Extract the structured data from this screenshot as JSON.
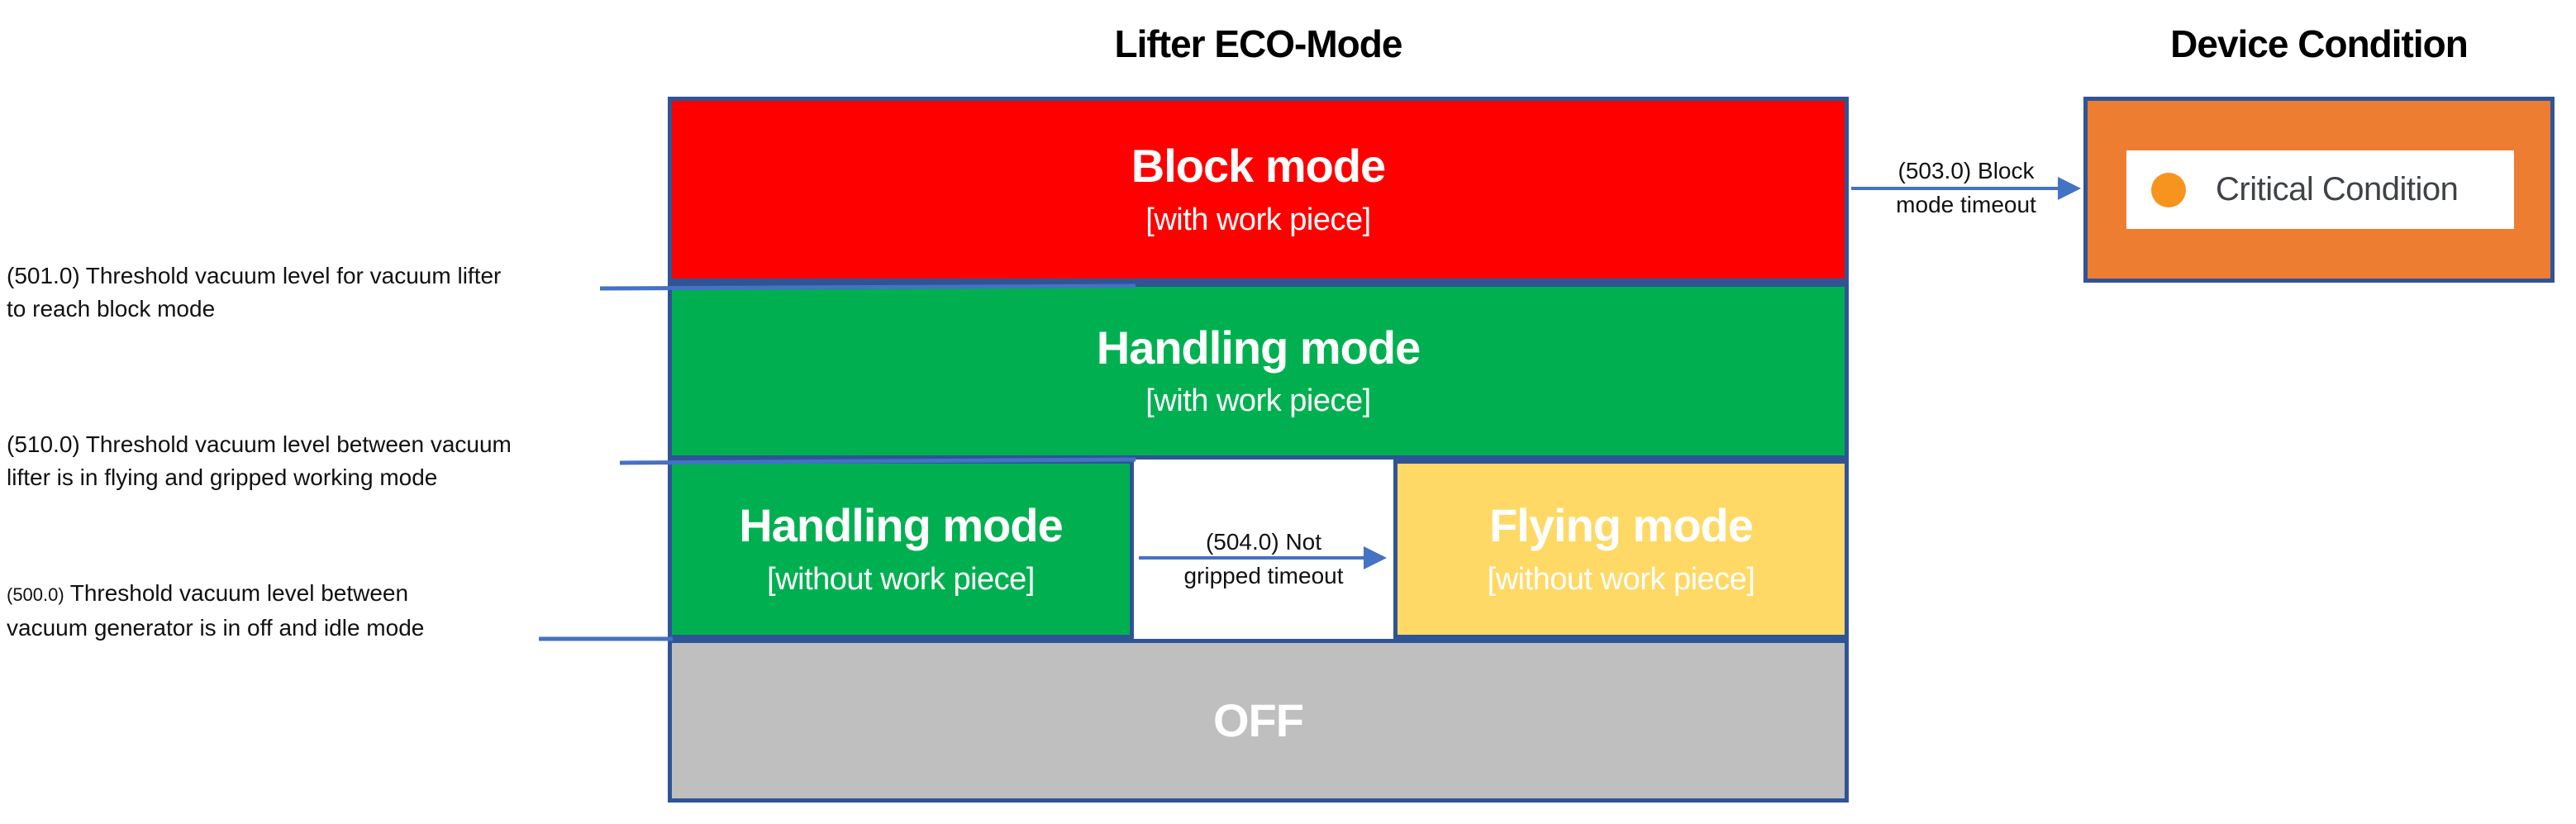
{
  "header": {
    "diagram_title": "Lifter ECO-Mode",
    "device_title": "Device Condition"
  },
  "modes": [
    {
      "id": "block-mode",
      "label": "Block mode",
      "sublabel": "[with work piece]",
      "color": "#FF0000",
      "text_color": "#FFFFFF"
    },
    {
      "id": "handling-mode-with",
      "label": "Handling mode",
      "sublabel": "[with work piece]",
      "color": "#00B050",
      "text_color": "#FFFFFF"
    },
    {
      "id": "handling-mode-without",
      "label": "Handling mode",
      "sublabel": "[without work piece]",
      "color": "#00B050",
      "text_color": "#FFFFFF"
    },
    {
      "id": "flying-mode",
      "label": "Flying mode",
      "sublabel": "[without work piece]",
      "color": "#FFD966",
      "text_color": "#FFFFFF"
    },
    {
      "id": "off",
      "label": "OFF",
      "sublabel": "",
      "color": "#BFBFBF",
      "text_color": "#FFFFFF"
    }
  ],
  "thresholds": [
    {
      "code": "(501.0)",
      "rest": "Threshold vacuum level for vacuum lifter",
      "line2": "to reach block mode"
    },
    {
      "code": "(510.0)",
      "rest": "Threshold vacuum level between  vacuum",
      "line2": "lifter is in flying and gripped working mode"
    },
    {
      "code": "(500.0)",
      "rest": "Threshold vacuum level between",
      "line2": "vacuum generator is in off and idle mode"
    }
  ],
  "transitions": [
    {
      "id": "not-gripped-timeout",
      "line1": "(504.0) Not",
      "line2": "gripped timeout"
    },
    {
      "id": "block-mode-timeout",
      "line1": "(503.0) Block",
      "line2": "mode timeout"
    }
  ],
  "device_condition": {
    "status_label": "Critical Condition",
    "dot_color": "#F7941D",
    "box_color": "#ED7D31"
  },
  "colors": {
    "block_mode_red": "#FF0000",
    "handling_green": "#00B050",
    "flying_yellow": "#FFD966",
    "off_gray": "#BFBFBF",
    "device_orange": "#ED7D31",
    "status_dot_orange": "#F7941D",
    "border_navy": "#2F5496",
    "connector_blue": "#4472C4",
    "status_text_gray": "#3F4347"
  }
}
